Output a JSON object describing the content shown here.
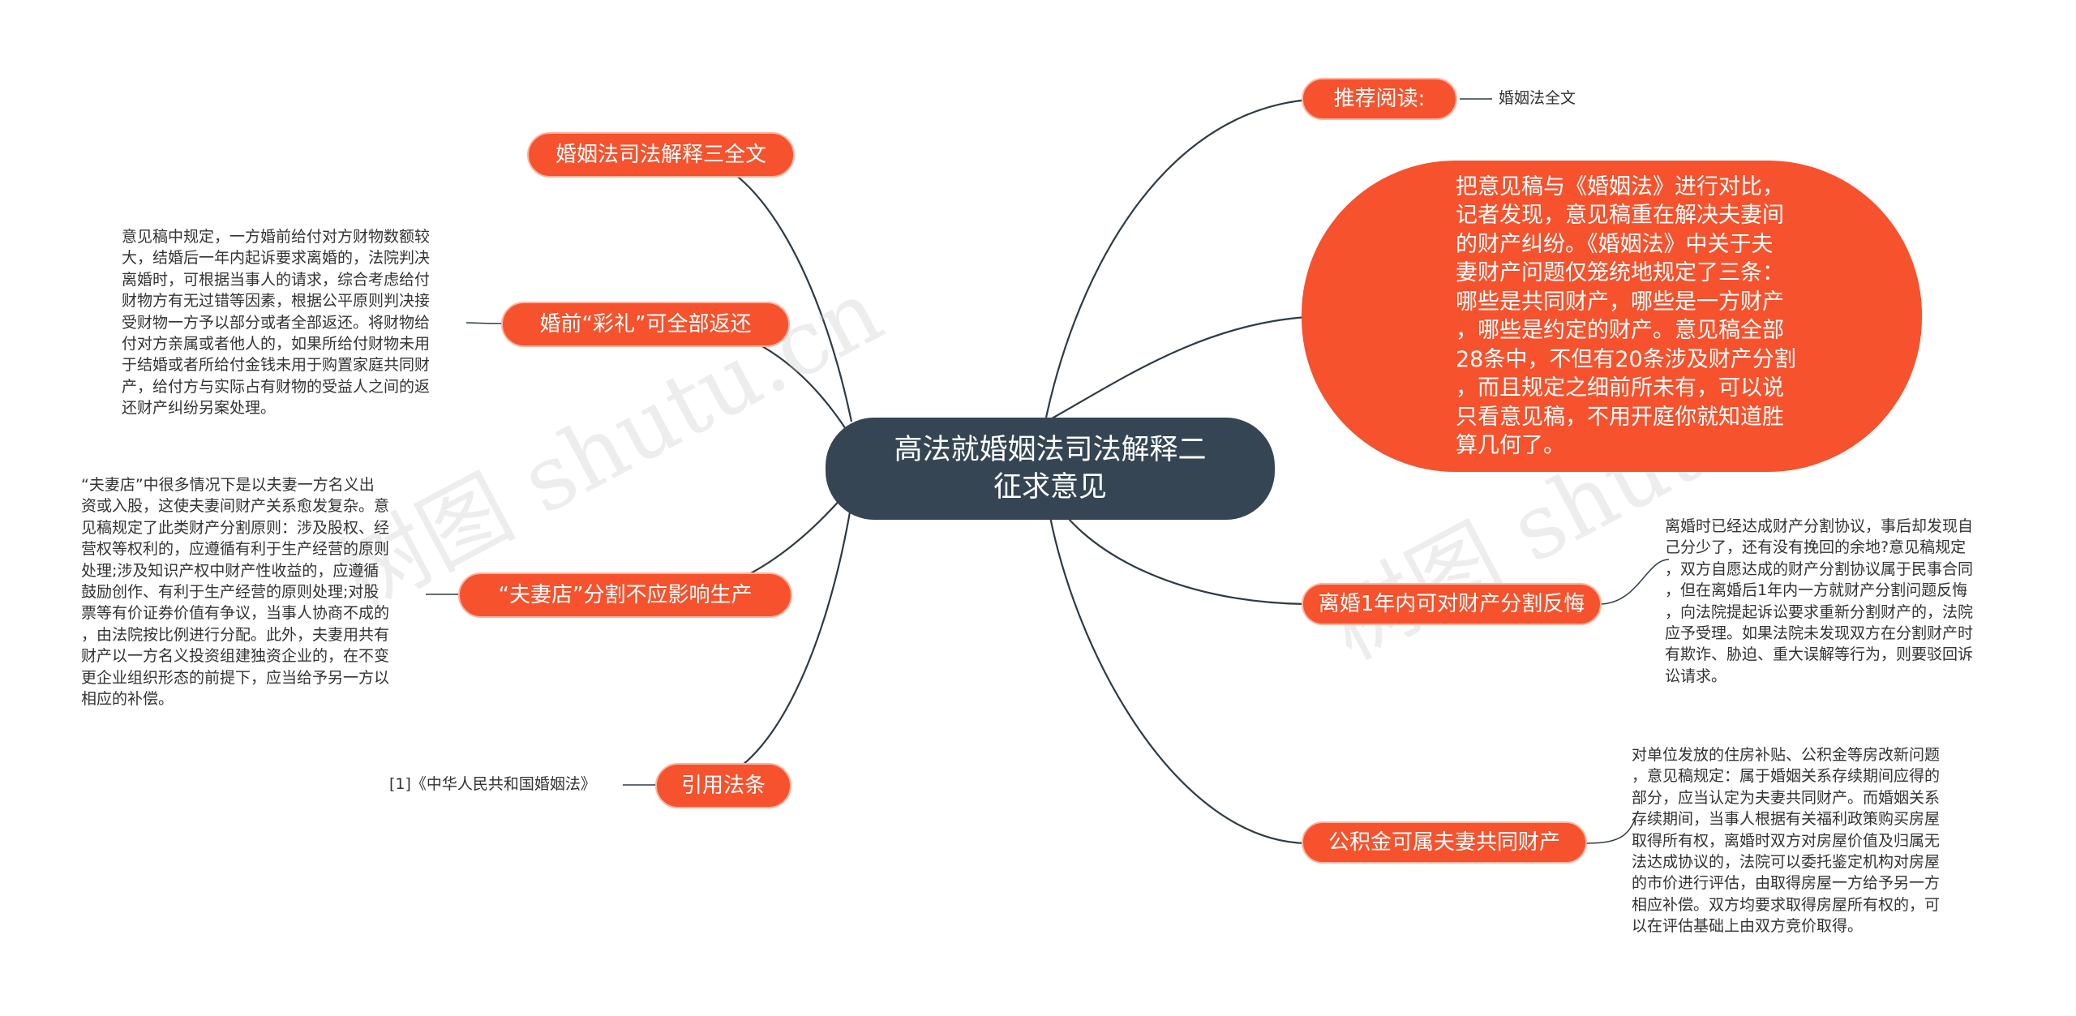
{
  "center": {
    "title_line1": "高法就婚姻法司法解释二",
    "title_line2": "征求意见"
  },
  "branches": {
    "recommend": {
      "label": "推荐阅读:",
      "note": "婚姻法全文"
    },
    "compare": {
      "text": "把意见稿与《婚姻法》进行对比，\n记者发现，意见稿重在解决夫妻间\n的财产纠纷。《婚姻法》中关于夫\n妻财产问题仅笼统地规定了三条：\n哪些是共同财产，哪些是一方财产\n，哪些是约定的财产。意见稿全部\n28条中，不但有20条涉及财产分割\n，而且规定之细前所未有，可以说\n只看意见稿，不用开庭你就知道胜\n算几何了。"
    },
    "regret": {
      "label": "离婚1年内可对财产分割反悔",
      "note": "离婚时已经达成财产分割协议，事后却发现自\n己分少了，还有没有挽回的余地?意见稿规定\n，双方自愿达成的财产分割协议属于民事合同\n，但在离婚后1年内一方就财产分割问题反悔\n，向法院提起诉讼要求重新分割财产的，法院\n应予受理。如果法院未发现双方在分割财产时\n有欺诈、胁迫、重大误解等行为，则要驳回诉\n讼请求。"
    },
    "fund": {
      "label": "公积金可属夫妻共同财产",
      "note": "对单位发放的住房补贴、公积金等房改新问题\n，意见稿规定：属于婚姻关系存续期间应得的\n部分，应当认定为夫妻共同财产。而婚姻关系\n存续期间，当事人根据有关福利政策购买房屋\n取得所有权，离婚时双方对房屋价值及归属无\n法达成协议的，法院可以委托鉴定机构对房屋\n的市价进行评估，由取得房屋一方给予另一方\n相应补偿。双方均要求取得房屋所有权的，可\n以在评估基础上由双方竞价取得。"
    },
    "interp3": {
      "label": "婚姻法司法解释三全文"
    },
    "caili": {
      "label": "婚前“彩礼”可全部返还",
      "note": "意见稿中规定，一方婚前给付对方财物数额较\n大，结婚后一年内起诉要求离婚的，法院判决\n离婚时，可根据当事人的请求，综合考虑给付\n财物方有无过错等因素，根据公平原则判决接\n受财物一方予以部分或者全部返还。将财物给\n付对方亲属或者他人的，如果所给付财物未用\n于结婚或者所给付金钱未用于购置家庭共同财\n产，给付方与实际占有财物的受益人之间的返\n还财产纠纷另案处理。"
    },
    "shop": {
      "label": "“夫妻店”分割不应影响生产",
      "note": "“夫妻店”中很多情况下是以夫妻一方名义出\n资或入股，这使夫妻间财产关系愈发复杂。意\n见稿规定了此类财产分割原则：涉及股权、经\n营权等权利的，应遵循有利于生产经营的原则\n处理;涉及知识产权中财产性收益的，应遵循\n鼓励创作、有利于生产经营的原则处理;对股\n票等有价证券价值有争议，当事人协商不成的\n，由法院按比例进行分配。此外，夫妻用共有\n财产以一方名义投资组建独资企业的，在不变\n更企业组织形态的前提下，应当给予另一方以\n相应的补偿。"
    },
    "cite": {
      "label": "引用法条",
      "note": "[1]《中华人民共和国婚姻法》"
    }
  },
  "watermark": {
    "text1": "树图 shutu.cn",
    "text2": "树图 shutu.cn"
  },
  "colors": {
    "node": "#f5522d",
    "center": "#354553",
    "line": "#2f3b45"
  }
}
